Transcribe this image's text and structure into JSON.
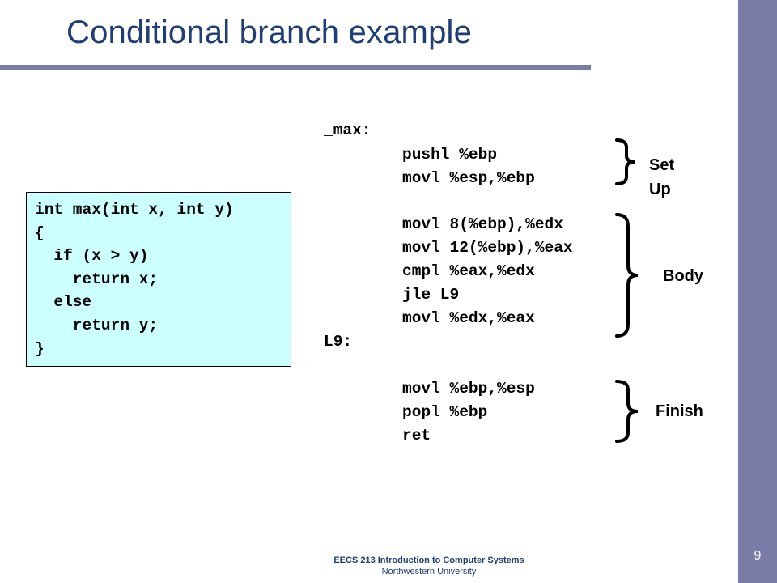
{
  "slide": {
    "title": "Conditional branch example",
    "page_number": "9"
  },
  "c_code": {
    "lines": [
      "int max(int x, int y)",
      "{",
      "  if (x > y)",
      "    return x;",
      "  else",
      "    return y;",
      "}"
    ]
  },
  "assembly": {
    "label_max": "_max:",
    "setup": [
      "pushl %ebp",
      "movl %esp,%ebp"
    ],
    "body": [
      "movl 8(%ebp),%edx",
      "movl 12(%ebp),%eax",
      "cmpl %eax,%edx",
      "jle L9",
      "movl %edx,%eax"
    ],
    "label_l9": "L9:",
    "finish": [
      "movl %ebp,%esp",
      "popl %ebp",
      "ret"
    ]
  },
  "annotations": {
    "setup_line1": "Set",
    "setup_line2": "Up",
    "body": "Body",
    "finish": "Finish"
  },
  "footer": {
    "course": "EECS 213 Introduction  to Computer Systems",
    "university": "Northwestern University"
  },
  "colors": {
    "accent": "#7b7ba8",
    "title": "#1f3f74",
    "code_box_bg": "#ccffff"
  }
}
